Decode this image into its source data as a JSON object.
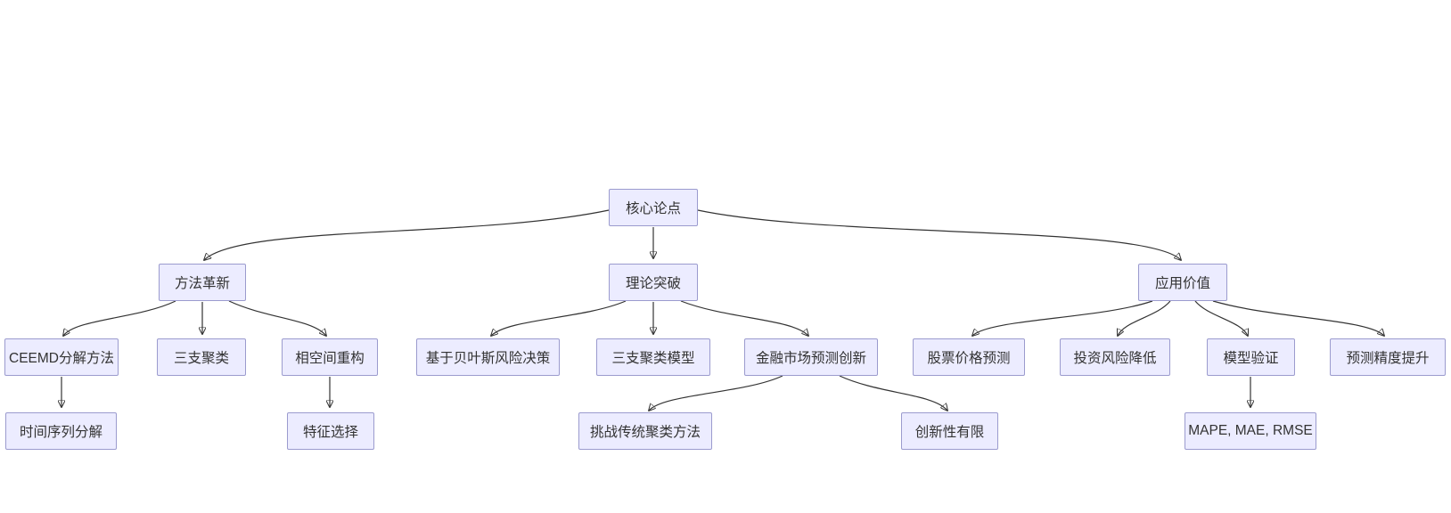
{
  "colors": {
    "background": "#ffffff",
    "node_fill": "#ECECFF",
    "node_border": "#9b9bce",
    "edge": "#333333",
    "text": "#333333"
  },
  "diagram": {
    "type": "flowchart",
    "direction": "top-down",
    "nodes": {
      "root": "核心论点",
      "method": "方法革新",
      "theory": "理论突破",
      "value": "应用价值",
      "ceemd": "CEEMD分解方法",
      "threeway": "三支聚类",
      "phase": "相空间重构",
      "bayes": "基于贝叶斯风险决策",
      "threemodel": "三支聚类模型",
      "finance": "金融市场预测创新",
      "stock": "股票价格预测",
      "risk": "投资风险降低",
      "model": "模型验证",
      "accuracy": "预测精度提升",
      "timeseries": "时间序列分解",
      "feature": "特征选择",
      "challenge": "挑战传统聚类方法",
      "limited": "创新性有限",
      "mape": "MAPE, MAE, RMSE"
    },
    "edges": [
      [
        "root",
        "method"
      ],
      [
        "root",
        "theory"
      ],
      [
        "root",
        "value"
      ],
      [
        "method",
        "ceemd"
      ],
      [
        "method",
        "threeway"
      ],
      [
        "method",
        "phase"
      ],
      [
        "theory",
        "bayes"
      ],
      [
        "theory",
        "threemodel"
      ],
      [
        "theory",
        "finance"
      ],
      [
        "value",
        "stock"
      ],
      [
        "value",
        "risk"
      ],
      [
        "value",
        "model"
      ],
      [
        "value",
        "accuracy"
      ],
      [
        "ceemd",
        "timeseries"
      ],
      [
        "phase",
        "feature"
      ],
      [
        "finance",
        "challenge"
      ],
      [
        "finance",
        "limited"
      ],
      [
        "model",
        "mape"
      ]
    ]
  }
}
